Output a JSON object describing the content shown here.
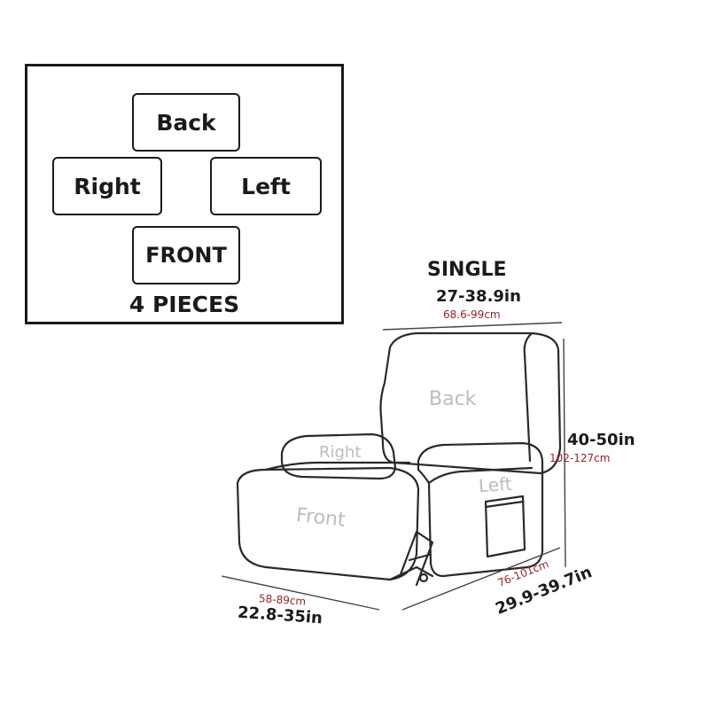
{
  "legend": {
    "pieces": {
      "back": "Back",
      "right": "Right",
      "left": "Left",
      "front": "FRONT"
    },
    "count": "4 PIECES"
  },
  "chair": {
    "parts": {
      "back": "Back",
      "right": "Right",
      "left": "Left",
      "front": "Front"
    }
  },
  "dimensions": {
    "model": "SINGLE",
    "width_in": "27-38.9in",
    "width_cm": "68.6-99cm",
    "height_in": "40-50in",
    "height_cm": "102-127cm",
    "front_in": "22.8-35in",
    "front_cm": "58-89cm",
    "depth_in": "29.9-39.7in",
    "depth_cm": "76-101cm"
  },
  "colors": {
    "outline": "#1a1a1a",
    "cm_text": "#9b2226",
    "part_label": "#bdbdbd"
  }
}
